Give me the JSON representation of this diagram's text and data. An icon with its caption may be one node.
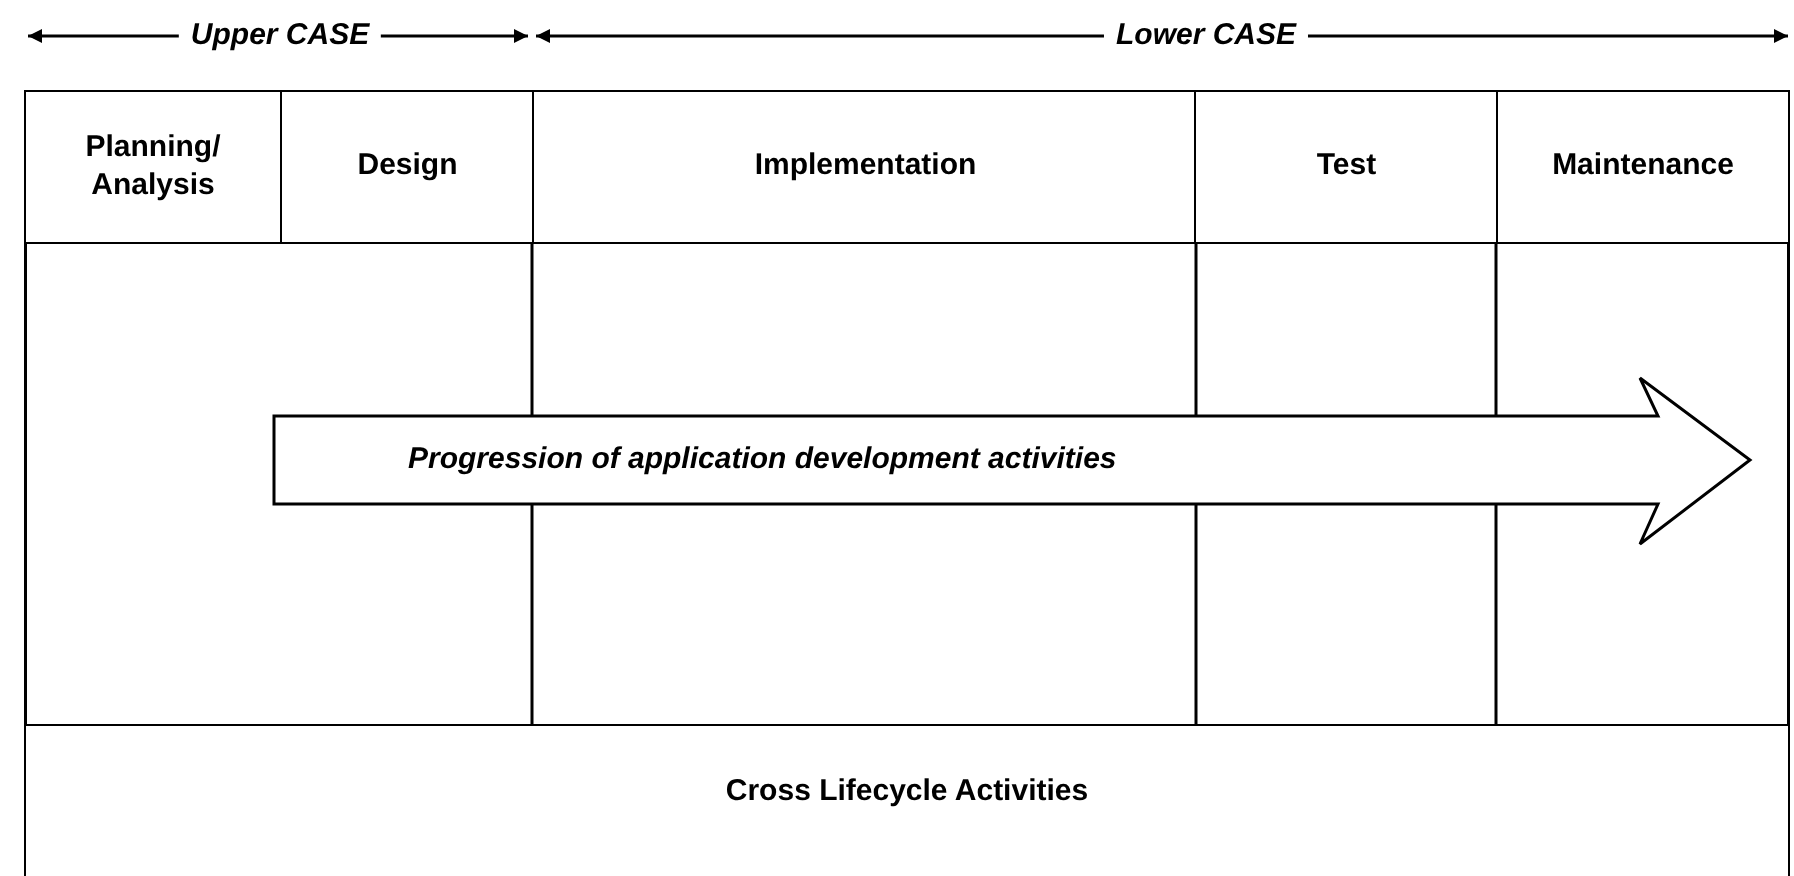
{
  "diagram": {
    "nodes": [
      {
        "text": [
          "Planning/ Analysis"
        ]
      },
      {
        "text": [
          "Design"
        ]
      },
      {
        "text": [
          "Implementation"
        ]
      },
      {
        "text": [
          "Test"
        ]
      },
      {
        "text": [
          "Maintenance"
        ]
      },
      {
        "text": [
          "Progression of application development activities"
        ]
      },
      {
        "text": [
          "Cross Lifecycle Activities"
        ]
      }
    ],
    "edges": [],
    "labels": [
      "Upper CASE",
      "Lower CASE"
    ]
  }
}
